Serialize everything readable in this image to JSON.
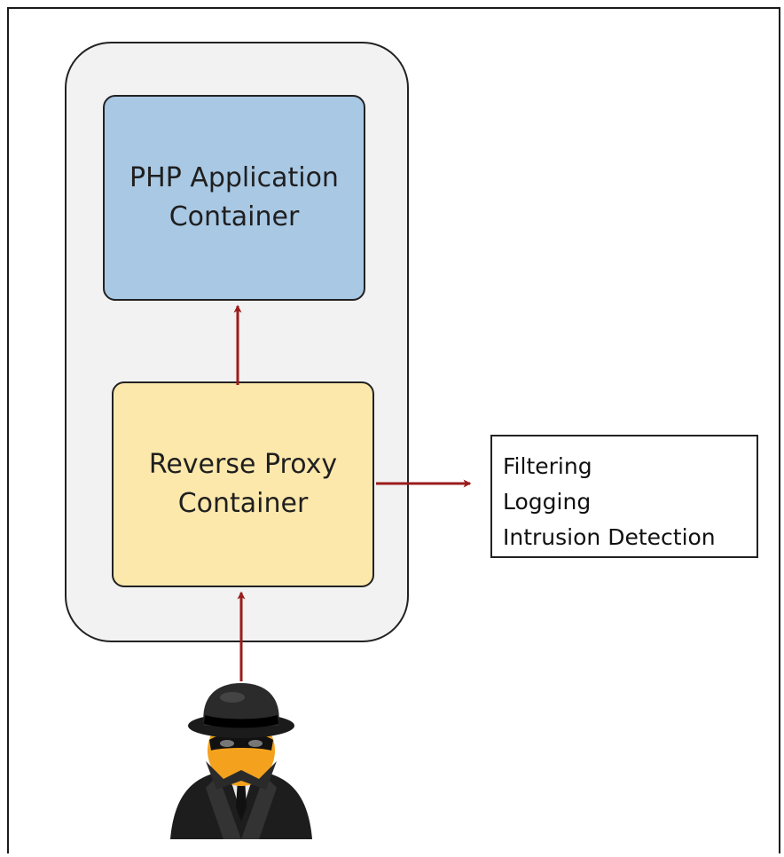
{
  "diagram": {
    "php_container": {
      "label": "PHP Application\nContainer"
    },
    "proxy_container": {
      "label": "Reverse Proxy\nContainer"
    },
    "features": [
      "Filtering",
      "Logging",
      "Intrusion Detection"
    ],
    "attacker": {
      "icon": "spy-attacker-icon"
    },
    "colors": {
      "arrow": "#9b1c1c",
      "php_fill": "#a8c8e4",
      "proxy_fill": "#fde8ac",
      "host_fill": "#f2f2f2"
    }
  }
}
